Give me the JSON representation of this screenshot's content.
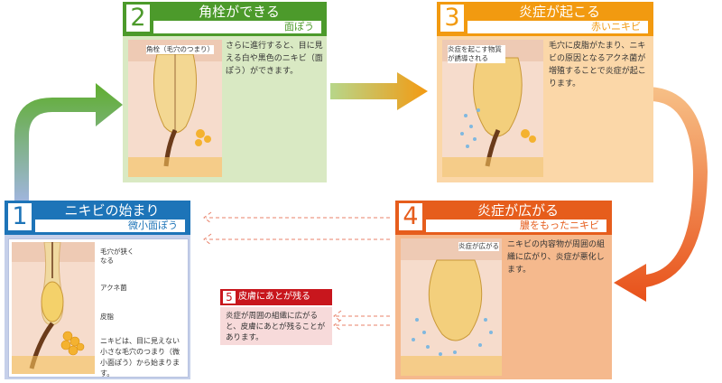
{
  "steps": [
    {
      "num": "1",
      "title": "ニキビの始まり",
      "subtitle": "微小面ぽう",
      "desc": "ニキビは、目に見えない小さな毛穴のつまり（微小面ぽう）から始まります。",
      "labels": [
        "毛穴が狭くなる",
        "アクネ菌",
        "皮脂"
      ]
    },
    {
      "num": "2",
      "title": "角栓ができる",
      "subtitle": "面ぽう",
      "desc": "さらに進行すると、目に見える白や黒色のニキビ（面ぽう）ができます。",
      "labels": [
        "角栓（毛穴のつまり）"
      ]
    },
    {
      "num": "3",
      "title": "炎症が起こる",
      "subtitle": "赤いニキビ",
      "desc": "毛穴に皮脂がたまり、ニキビの原因となるアクネ菌が増殖することで炎症が起こります。",
      "labels": [
        "炎症を起こす物質が誘導される"
      ]
    },
    {
      "num": "4",
      "title": "炎症が広がる",
      "subtitle": "膿をもったニキビ",
      "desc": "ニキビの内容物が周囲の組織に広がり、炎症が悪化します。",
      "labels": [
        "炎症が広がる"
      ]
    },
    {
      "num": "5",
      "title": "皮膚にあとが残る",
      "desc": "炎症が周囲の組織に広がると、皮膚にあとが残ることがあります。"
    }
  ],
  "colors": {
    "step1": "#1d74b8",
    "step2": "#4c9a2b",
    "step3": "#f29a10",
    "step4": "#e65d1c",
    "step5": "#c8161d"
  }
}
